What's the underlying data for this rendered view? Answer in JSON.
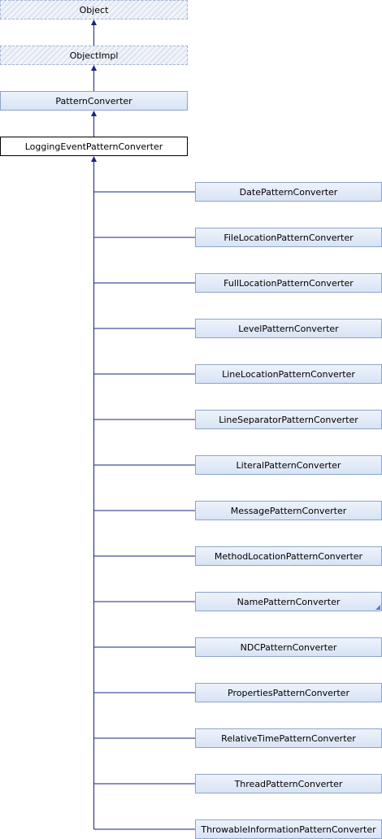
{
  "hierarchy": [
    {
      "id": "object",
      "label": "Object",
      "style": "external"
    },
    {
      "id": "objectimpl",
      "label": "ObjectImpl",
      "style": "external"
    },
    {
      "id": "patternconverter",
      "label": "PatternConverter",
      "style": "normal"
    },
    {
      "id": "loggingeventpatternconverter",
      "label": "LoggingEventPatternConverter",
      "style": "current"
    }
  ],
  "children": [
    {
      "id": "datepatternconverter",
      "label": "DatePatternConverter",
      "has_more": false
    },
    {
      "id": "filelocationpatternconverter",
      "label": "FileLocationPatternConverter",
      "has_more": false
    },
    {
      "id": "fulllocationpatternconverter",
      "label": "FullLocationPatternConverter",
      "has_more": false
    },
    {
      "id": "levelpatternconverter",
      "label": "LevelPatternConverter",
      "has_more": false
    },
    {
      "id": "linelocationpatternconverter",
      "label": "LineLocationPatternConverter",
      "has_more": false
    },
    {
      "id": "lineseparatorpatternconverter",
      "label": "LineSeparatorPatternConverter",
      "has_more": false
    },
    {
      "id": "literalpatternconverter",
      "label": "LiteralPatternConverter",
      "has_more": false
    },
    {
      "id": "messagepatternconverter",
      "label": "MessagePatternConverter",
      "has_more": false
    },
    {
      "id": "methodlocationpatternconverter",
      "label": "MethodLocationPatternConverter",
      "has_more": false
    },
    {
      "id": "namepatternconverter",
      "label": "NamePatternConverter",
      "has_more": true
    },
    {
      "id": "ndcpatternconverter",
      "label": "NDCPatternConverter",
      "has_more": false
    },
    {
      "id": "propertiespatternconverter",
      "label": "PropertiesPatternConverter",
      "has_more": false
    },
    {
      "id": "relativetimepatternconverter",
      "label": "RelativeTimePatternConverter",
      "has_more": false
    },
    {
      "id": "threadpatternconverter",
      "label": "ThreadPatternConverter",
      "has_more": false
    },
    {
      "id": "throwableinformationpatternconverter",
      "label": "ThrowableInformationPatternConverter",
      "has_more": false
    }
  ],
  "colors": {
    "edge": "#1a237e",
    "normal_border": "#8da5c9",
    "current_border": "#000000"
  }
}
